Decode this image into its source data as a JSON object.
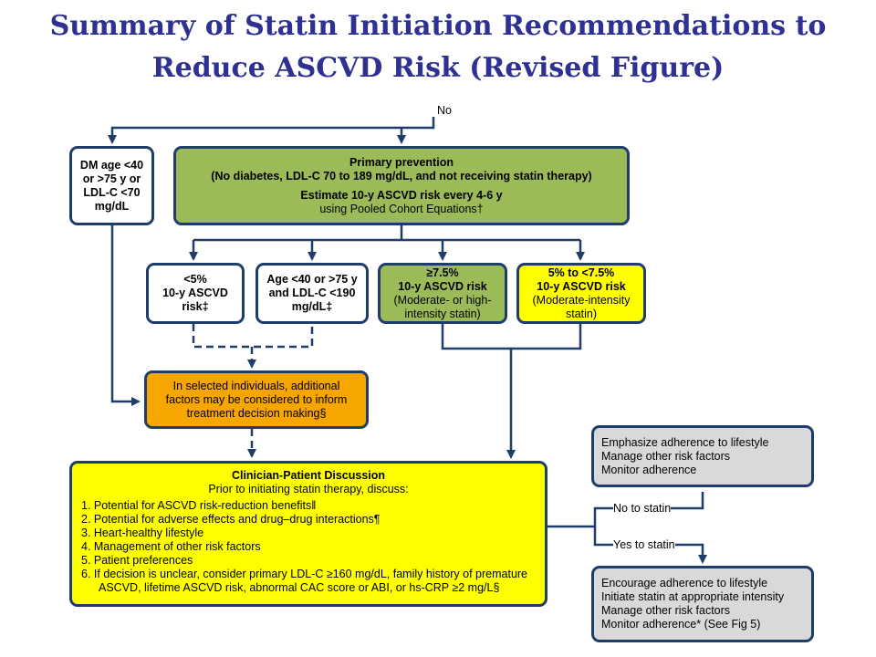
{
  "title": {
    "line1": "Summary of Statin Initiation Recommendations to",
    "line2": "Reduce ASCVD Risk (Revised Figure)"
  },
  "labels": {
    "no": "No",
    "no_to_statin": "No to statin",
    "yes_to_statin": "Yes to statin"
  },
  "boxes": {
    "dm": {
      "lines": [
        "DM age <40",
        "or >75 y or",
        "LDL-C <70",
        "mg/dL"
      ]
    },
    "primary": {
      "heading": "Primary prevention",
      "subheading": "(No diabetes, LDL-C 70 to 189 mg/dL, and not receiving statin therapy)",
      "estimate": "Estimate 10-y ASCVD risk every 4-6 y",
      "method": "using Pooled Cohort Equations†"
    },
    "lt5": {
      "lines": [
        "<5%",
        "10-y ASCVD",
        "risk‡"
      ]
    },
    "age": {
      "lines": [
        "Age <40 or >75 y",
        "and LDL-C <190",
        "mg/dL‡"
      ]
    },
    "ge75": {
      "heading1": "≥7.5%",
      "heading2": "10-y ASCVD risk",
      "detail1": "(Moderate- or high-",
      "detail2": "intensity statin)"
    },
    "mid": {
      "heading1": "5% to <7.5%",
      "heading2": "10-y ASCVD risk",
      "detail1": "(Moderate-intensity",
      "detail2": "statin)"
    },
    "selected": {
      "lines": [
        "In selected individuals, additional",
        "factors may be considered to inform",
        "treatment decision making§"
      ]
    },
    "discussion": {
      "heading": "Clinician-Patient Discussion",
      "subheading": "Prior to initiating statin therapy, discuss:",
      "items": [
        "1. Potential for ASCVD risk-reduction benefits‖",
        "2. Potential for adverse effects and drug–drug interactions¶",
        "3. Heart-healthy lifestyle",
        "4. Management of other risk factors",
        "5. Patient preferences",
        "6. If decision is unclear, consider primary LDL-C ≥160 mg/dL, family history of premature",
        "    ASCVD, lifetime ASCVD risk, abnormal CAC score or ABI, or hs-CRP ≥2 mg/L§"
      ]
    },
    "no_statin": {
      "lines": [
        "Emphasize adherence to lifestyle",
        "Manage other risk factors",
        "Monitor adherence"
      ]
    },
    "yes_statin": {
      "lines": [
        "Encourage adherence to lifestyle",
        "Initiate statin at appropriate intensity",
        "Manage other risk factors",
        "Monitor adherence* (See Fig 5)"
      ]
    }
  },
  "colors": {
    "title": "#2e3192",
    "border": "#1f3d6b",
    "green": "#9bbb59",
    "yellow": "#ffff00",
    "orange": "#f7a600",
    "gray": "#d9d9d9"
  }
}
